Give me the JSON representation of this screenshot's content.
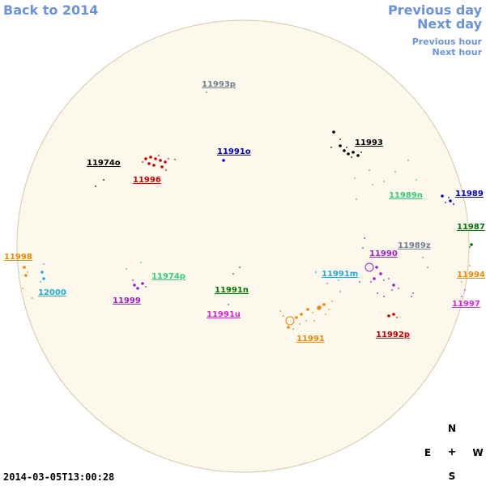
{
  "nav": {
    "back": "Back to 2014",
    "previous_day": "Previous day",
    "next_day": "Next day",
    "previous_hour": "Previous hour",
    "next_hour": "Next hour",
    "color": "#6b93dd"
  },
  "timestamp": "2014-03-05T13:00:28",
  "compass": {
    "north": "N",
    "south": "S",
    "east": "E",
    "west": "W",
    "center": "+"
  },
  "disk": {
    "fill": "#fdf8ec",
    "stroke": "#d6c7a6"
  },
  "regions": [
    {
      "id": "11993p",
      "color": "#708090"
    },
    {
      "id": "11993",
      "color": "#000000"
    },
    {
      "id": "11974o",
      "color": "#000000"
    },
    {
      "id": "11991o",
      "color": "#0000cc"
    },
    {
      "id": "11996",
      "color": "#cc0000"
    },
    {
      "id": "11989",
      "color": "#0000cc"
    },
    {
      "id": "11989n",
      "color": "#33cc77"
    },
    {
      "id": "11987",
      "color": "#007700"
    },
    {
      "id": "11998",
      "color": "#ee8800"
    },
    {
      "id": "11989z",
      "color": "#708090"
    },
    {
      "id": "11990",
      "color": "#9922cc"
    },
    {
      "id": "11974p",
      "color": "#33cc77"
    },
    {
      "id": "11991m",
      "color": "#22aadd"
    },
    {
      "id": "11994",
      "color": "#ee8800"
    },
    {
      "id": "12000",
      "color": "#22aadd"
    },
    {
      "id": "11991n",
      "color": "#007700"
    },
    {
      "id": "11999",
      "color": "#9922cc"
    },
    {
      "id": "11997",
      "color": "#dd22dd"
    },
    {
      "id": "11991u",
      "color": "#dd22dd"
    },
    {
      "id": "11992p",
      "color": "#cc0000"
    },
    {
      "id": "11991",
      "color": "#ee8800"
    }
  ]
}
